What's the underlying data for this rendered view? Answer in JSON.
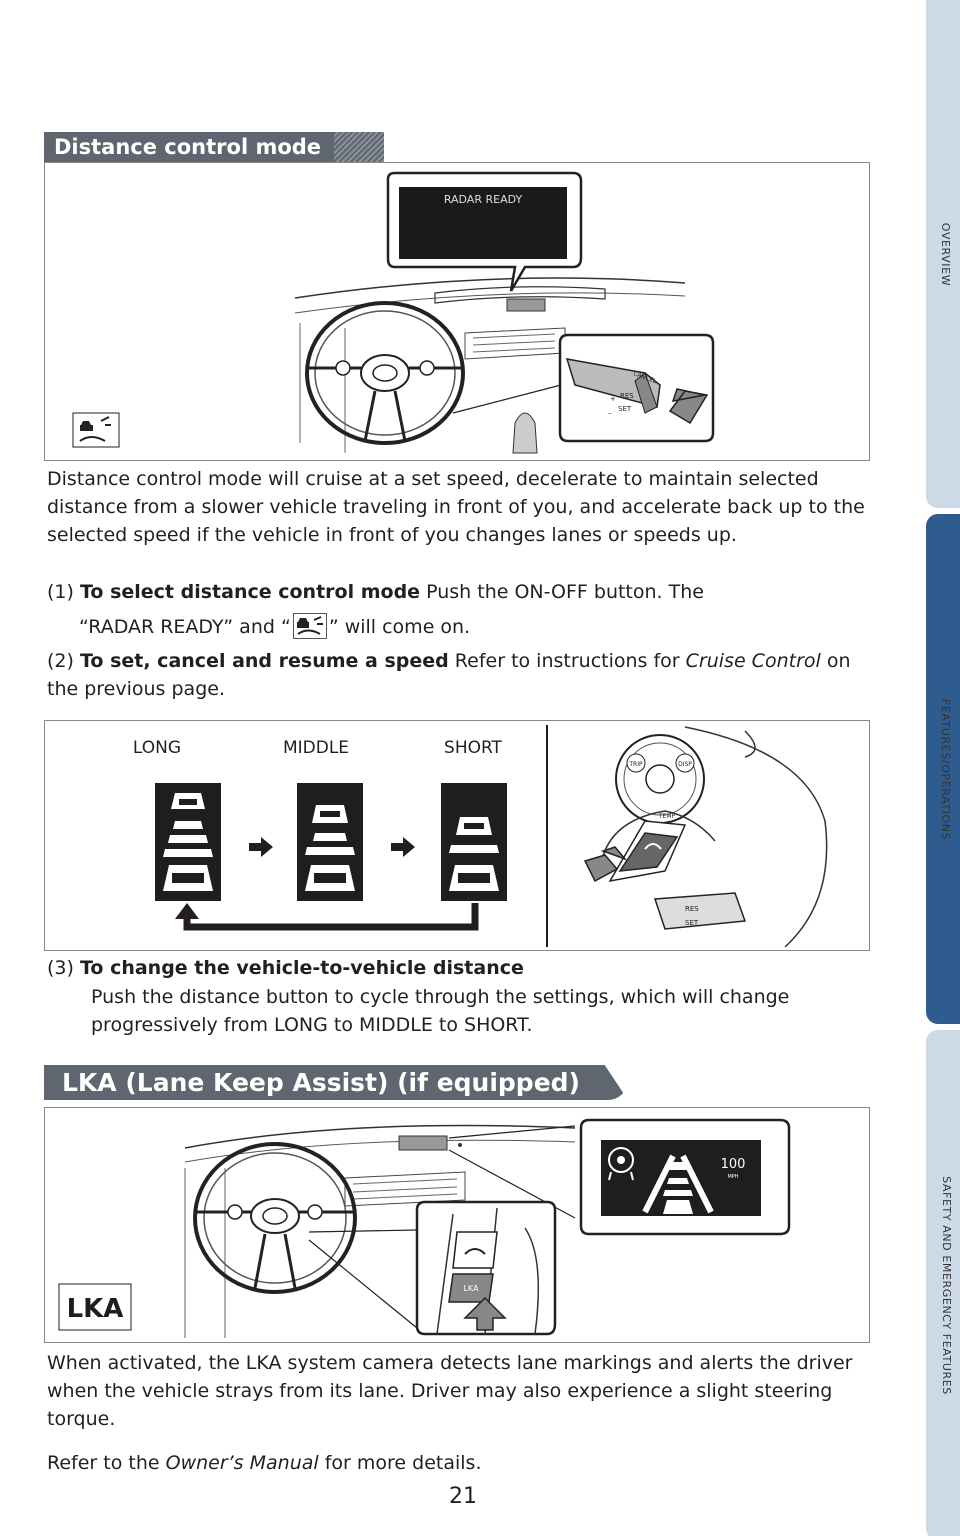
{
  "side_tabs": {
    "overview": "OVERVIEW",
    "features": "FEATURES/OPERATIONS",
    "safety": "SAFETY AND EMERGENCY FEATURES"
  },
  "distance_control": {
    "heading": "Distance control mode",
    "display_text": "RADAR READY",
    "stalk_labels": {
      "cancel": "CANCEL",
      "res": "RES",
      "set": "SET",
      "plus": "+",
      "minus": "–"
    },
    "paragraph": "Distance control mode will cruise at a set speed, decelerate to maintain selected distance from a slower vehicle traveling in front of you, and accelerate back up to the selected speed if the vehicle in front of you changes lanes or speeds up.",
    "step1": {
      "num": "(1)",
      "title": "To select distance control mode",
      "text_a": "Push the ON-OFF button. The",
      "text_b_pre": "“RADAR READY” and “",
      "text_b_post": "” will come on."
    },
    "step2": {
      "num": "(2)",
      "title": "To set, cancel and resume a speed",
      "text_a": "Refer to instructions for",
      "italic": "Cruise Control",
      "text_b": "on the previous page."
    },
    "distance_labels": [
      "LONG",
      "MIDDLE",
      "SHORT"
    ],
    "controls_labels": {
      "trip": "TRIP",
      "disp": "DISP",
      "temp": "TEMP"
    },
    "step3": {
      "num": "(3)",
      "title": "To change the vehicle-to-vehicle distance",
      "text": "Push the distance button to cycle through the settings, which will change progressively from LONG to MIDDLE to SHORT."
    }
  },
  "lka": {
    "heading": "LKA (Lane Keep Assist) (if equipped)",
    "badge": "LKA",
    "button_label": "LKA",
    "display_speed": "100",
    "display_unit": "MPH",
    "paragraph": "When activated, the LKA system camera detects lane markings and alerts the driver when the vehicle strays from its lane. Driver may also experience a slight steering torque.",
    "refer_pre": "Refer to the",
    "refer_italic": "Owner’s Manual",
    "refer_post": "for more details."
  },
  "page_number": "21"
}
